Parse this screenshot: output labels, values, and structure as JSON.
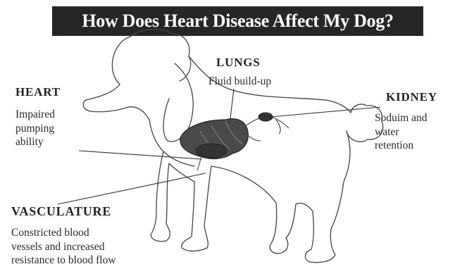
{
  "title": "How Does Heart Disease Affect My Dog?",
  "labels": {
    "lungs": {
      "title": "LUNGS",
      "desc": "Fluid build-up"
    },
    "heart": {
      "title": "HEART",
      "desc": "Impaired\npumping\nability"
    },
    "kidney": {
      "title": "KIDNEY",
      "desc": "Soduim and\nwater\nretention"
    },
    "vasculature": {
      "title": "VASCULATURE",
      "desc": "Constricted blood\nvessels and increased\nresistance to blood flow"
    }
  },
  "colors": {
    "title_bg": "#262626",
    "title_text": "#ffffff",
    "organ": "#4a4a4a"
  }
}
